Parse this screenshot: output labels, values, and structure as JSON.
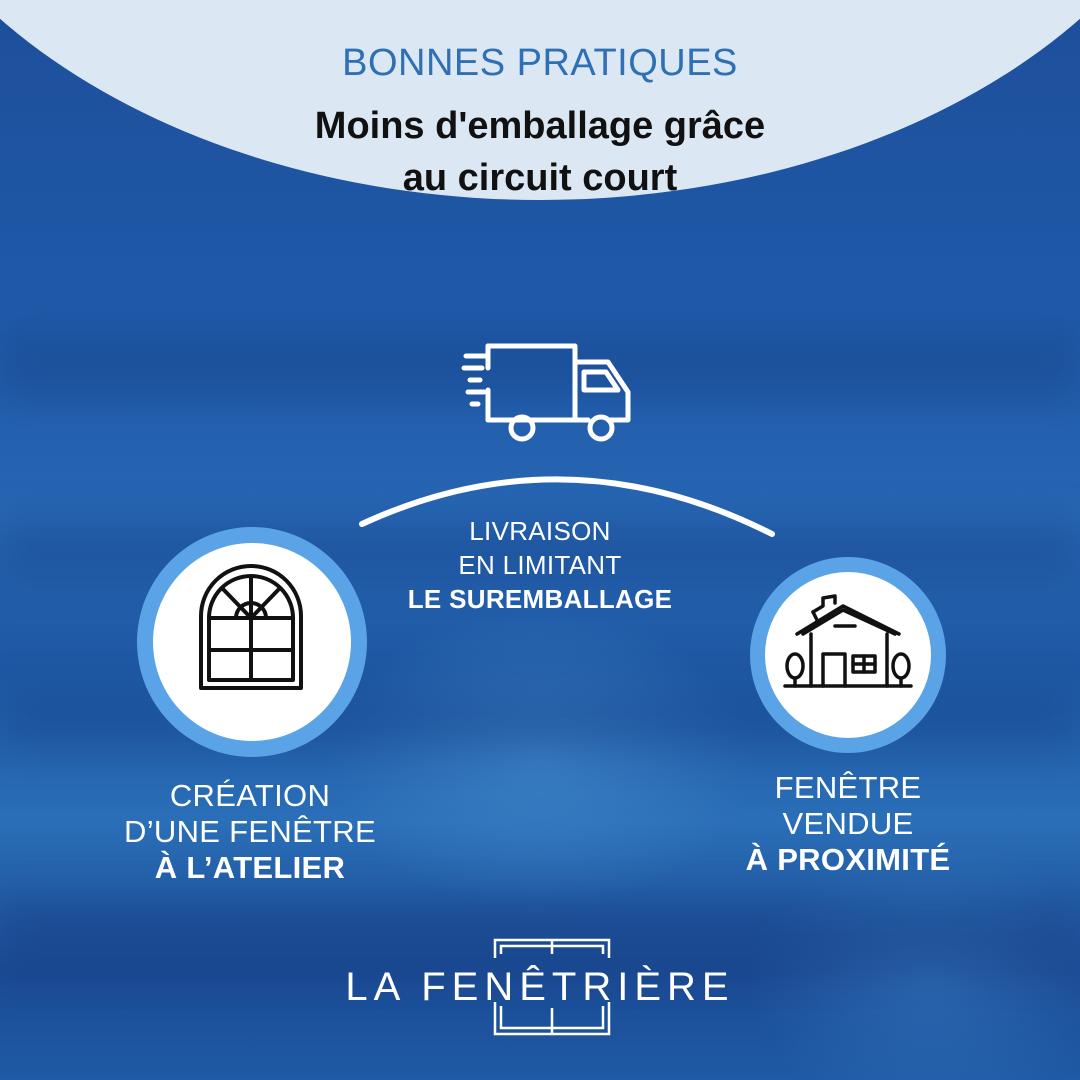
{
  "header": {
    "kicker": "BONNES PRATIQUES",
    "title_line1": "Moins d'emballage grâce",
    "title_line2": "au circuit court"
  },
  "delivery": {
    "icon": "delivery-truck-icon",
    "line1": "LIVRAISON",
    "line2": "EN LIMITANT",
    "line3": "LE SUREMBALLAGE"
  },
  "left_step": {
    "icon": "arched-window-icon",
    "line1": "CRÉATION",
    "line2": "D’UNE FENÊTRE",
    "line3": "À L’ATELIER"
  },
  "right_step": {
    "icon": "house-icon",
    "line1": "FENÊTRE",
    "line2": "VENDUE",
    "line3_plain": "À ",
    "line3_bold": "PROXIMITÉ"
  },
  "brand": {
    "name": "LA FENÊTRIÈRE",
    "logo": "window-frame-logo"
  },
  "colors": {
    "header_bg": "#dbe8f4",
    "kicker_blue": "#2f6fb5",
    "ring_blue": "#5aa3e6",
    "background_blue": "#1f59a8",
    "white": "#ffffff"
  }
}
